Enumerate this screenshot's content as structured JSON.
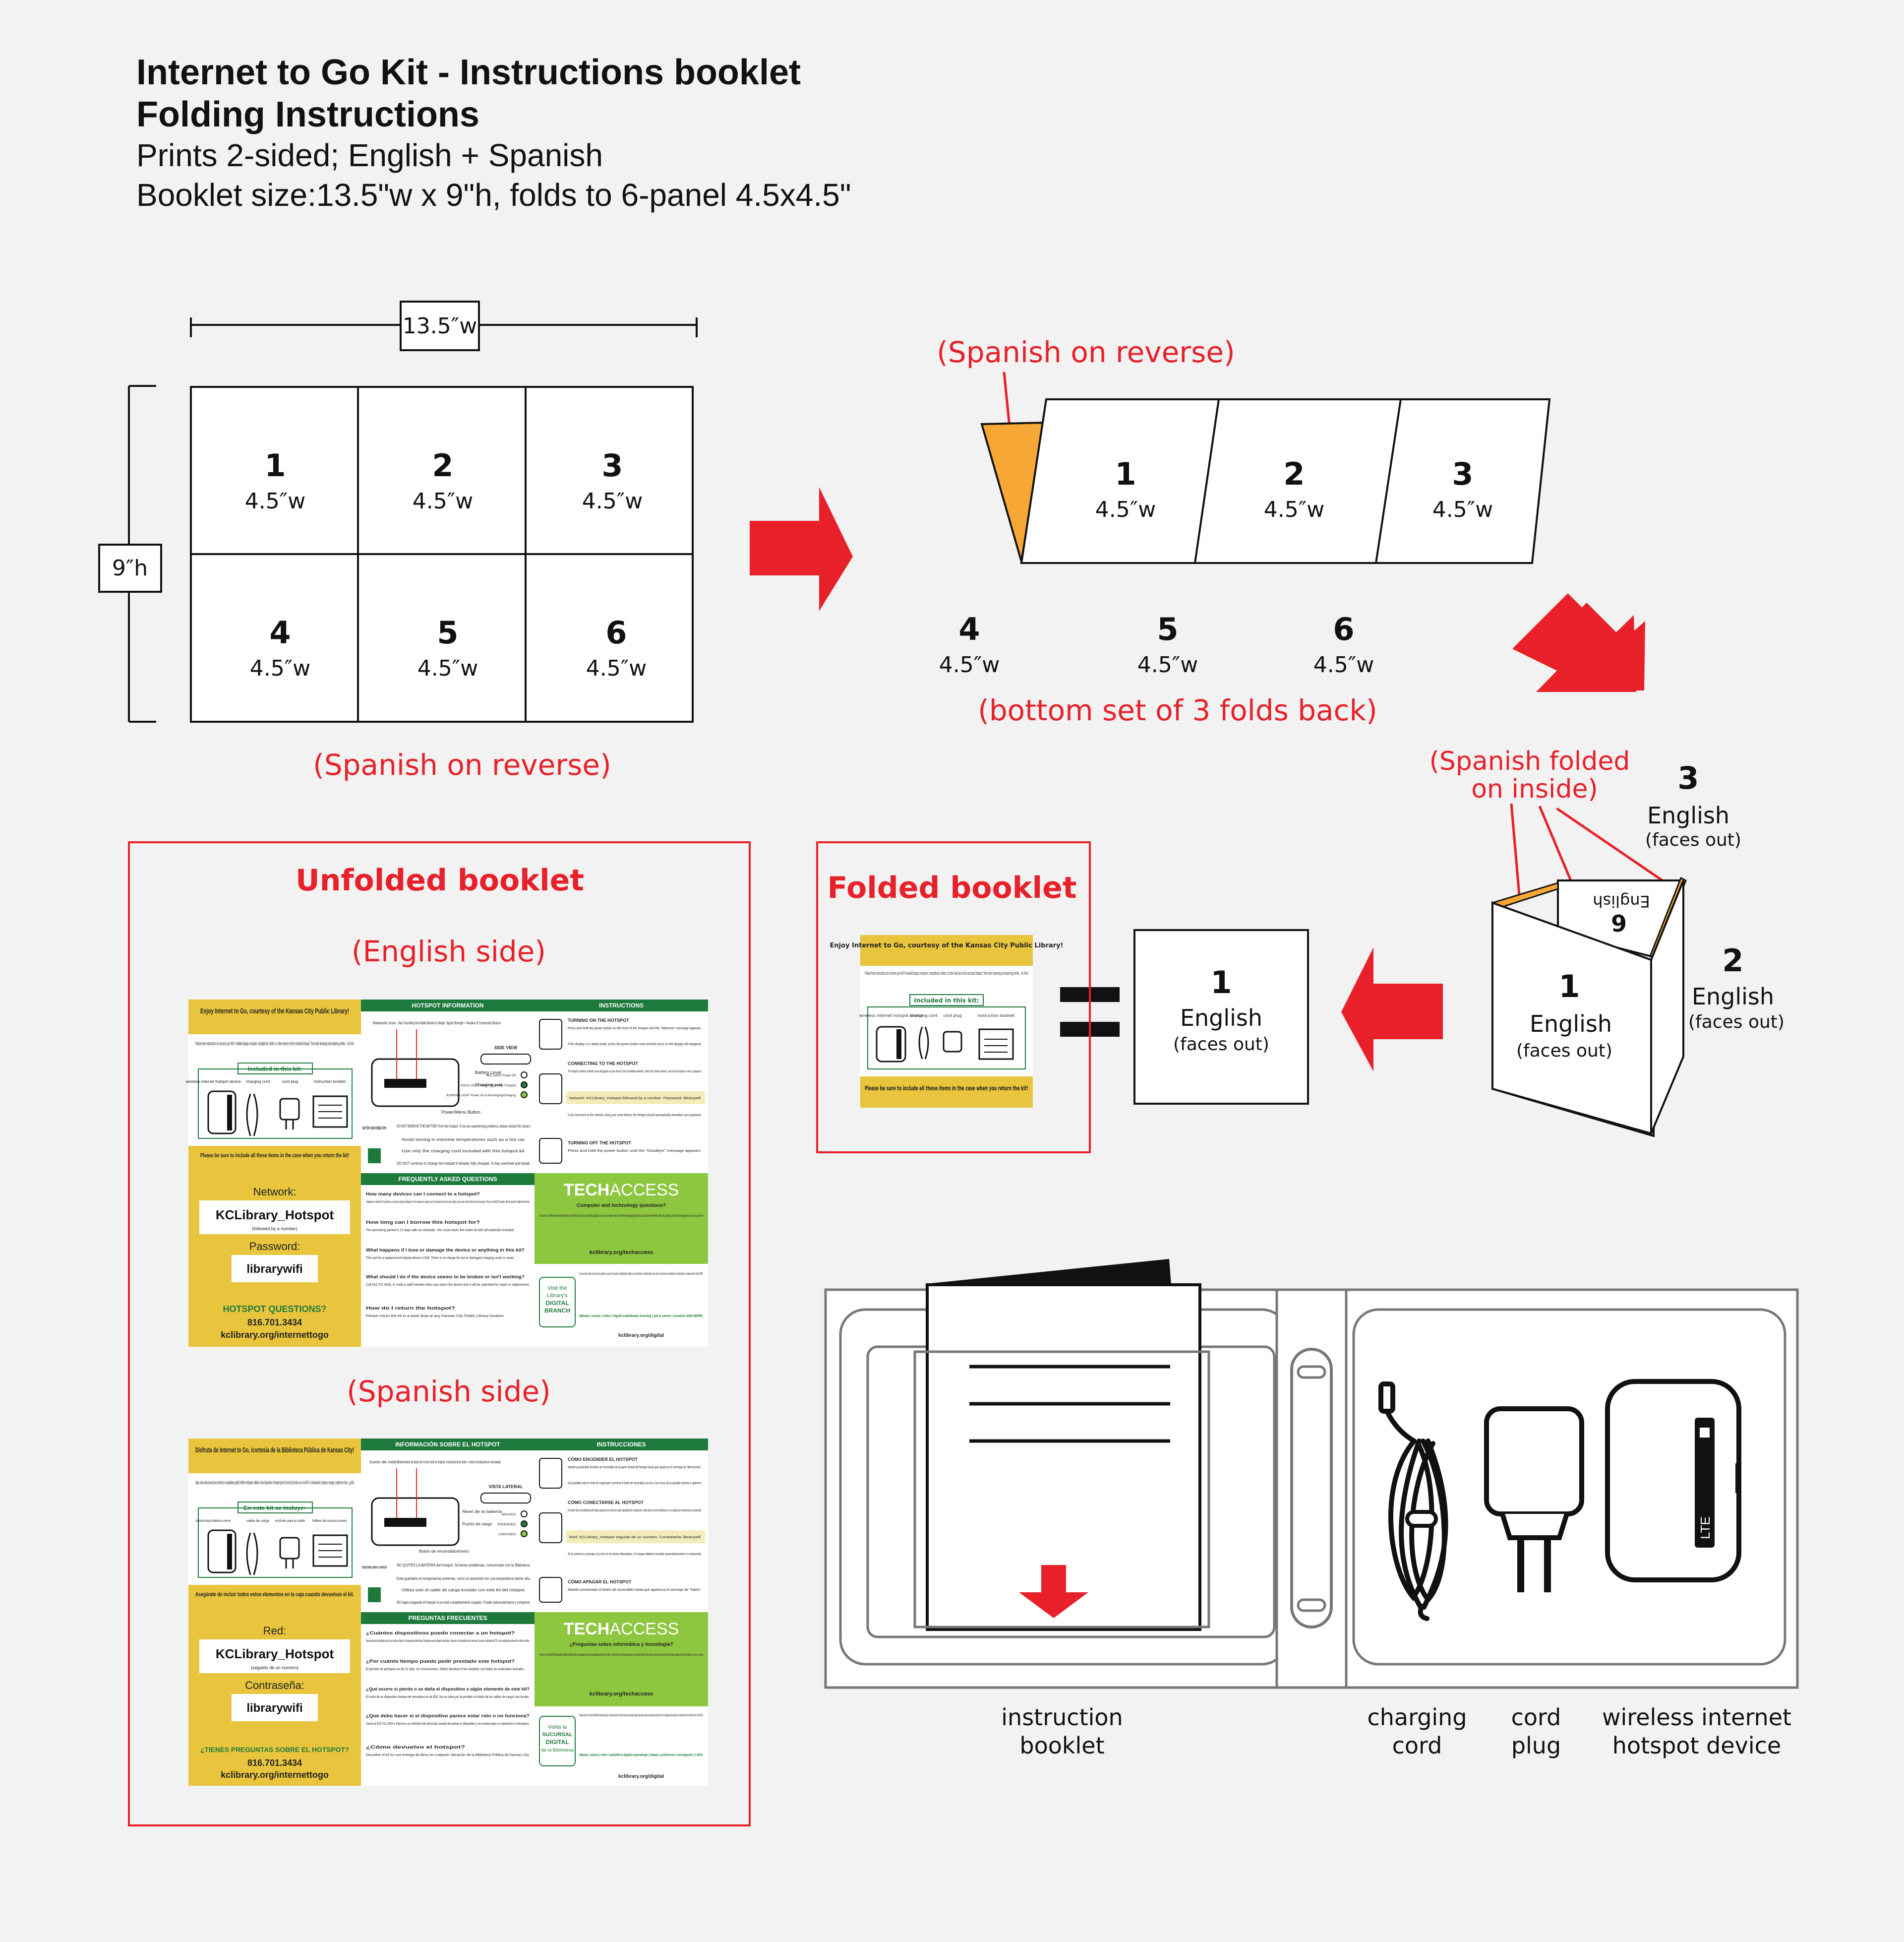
{
  "header": {
    "title_line1": "Internet to Go Kit - Instructions booklet",
    "title_line2": "Folding Instructions",
    "sub_line1": "Prints 2-sided; English + Spanish",
    "sub_line2": "Booklet size:13.5\"w x 9\"h, folds to 6-panel 4.5x4.5\""
  },
  "sheet": {
    "width_label": "13.5″w",
    "height_label": "9″h",
    "panel_width": "4.5″w",
    "panels": [
      "1",
      "2",
      "3",
      "4",
      "5",
      "6"
    ],
    "note": "(Spanish on reverse)"
  },
  "step2": {
    "note_top": "(Spanish on reverse)",
    "note_bottom": "(bottom set of 3 folds back)"
  },
  "step3": {
    "note_line1": "(Spanish folded",
    "note_line2": "on inside)",
    "panel3": "3",
    "panel2": "2",
    "panel1": "1",
    "inner_panel": "6",
    "inner_word": "English",
    "lang": "English",
    "faces": "(faces out)"
  },
  "result": {
    "panel": "1",
    "lang": "English",
    "faces": "(faces out)",
    "equals": "="
  },
  "unfolded": {
    "title": "Unfolded booklet",
    "english_side": "(English side)",
    "spanish_side": "(Spanish side)"
  },
  "english_booklet": {
    "cover_title": "Enjoy Internet to Go, courtesy of the Kansas City Public Library!",
    "cover_instructions": "Follow these instructions to connect your Wi-Fi enabled laptop computer, smartphone, tablet, or other devices to the enclosed hotspot. Then start browsing and exploring online... for free!",
    "included_label": "Included in this kit:",
    "items": [
      "wireless internet hotspot device",
      "charging cord",
      "cord plug",
      "instruction booklet"
    ],
    "return_note": "Please be sure to include all these items in the case when you return the kit!",
    "hotspot_info": "HOTSPOT INFORMATION",
    "instructions": "INSTRUCTIONS",
    "info_labels": [
      "Network Icon",
      "Data Transmitting from Mobile Network to Hotspot",
      "Signal Strength + Number of Connected Devices"
    ],
    "device_labels": [
      "Battery Level",
      "Charging port",
      "Power/Menu Button"
    ],
    "side_view": "SIDE VIEW",
    "led_labels": [
      "RED LIGHT Power Off",
      "SOLID LIGHT Power ON & Fully Charged",
      "BLINKING LIGHT Power On & Recharging/Charging"
    ],
    "steps": [
      {
        "title": "TURNING ON THE HOTSPOT",
        "body": "Press and hold the power button on the front of the hotspot until the \"Welcome\" message appears."
      },
      {
        "title": "",
        "body": "If the display is in sleep mode, press the power button once and the icons on the display will reappear."
      },
      {
        "title": "CONNECTING TO THE HOTSPOT",
        "body": "The hotspot's wireless network name will appear on your device's list of available networks. Select the Library network, and you'll be asked to enter a password."
      },
      {
        "title": "",
        "body": "Network: KCLibrary_Hotspot followed by a number. Password: librarywifi"
      },
      {
        "title": "",
        "body": "If you reconnect to the network using your same device, the hotspot should automatically remember your password."
      },
      {
        "title": "TURNING OFF THE HOTSPOT",
        "body": "Press and hold the power button until the \"Goodbye\" message appears."
      }
    ],
    "tips_title": "BATTERY AND POWER TIPS",
    "tips": [
      "DO NOT REMOVE THE BATTERY from the hotspot. If you are experiencing problems, please contact the Library.",
      "Avoid storing in extreme temperatures such as a hot car.",
      "Use only the charging cord included with this hotspot kit.",
      "DO NOT continue to charge the hotspot if already fully charged. It may overheat and break."
    ],
    "network_label": "Network:",
    "network_name": "KCLibrary_Hotspot",
    "network_sub": "(followed by a number)",
    "password_label": "Password:",
    "password": "librarywifi",
    "questions_title": "HOTSPOT QUESTIONS?",
    "phone": "816.701.3434",
    "url": "kclibrary.org/internettogo",
    "faq_title": "FREQUENTLY ASKED QUESTIONS",
    "faq": [
      {
        "q": "How many devices can I connect to a hotspot?",
        "a": "It depends on what kind of activities you may be using the hotspot for. One hotspot can support up to 10 devices for basic web surfing or up to two to three devices for streaming. They run at 4G/LTE speeds, like the speed of cellphone internet."
      },
      {
        "q": "How long can I borrow this hotspot for?",
        "a": "The borrowing period is 21 days with no renewals. You must return the entire kit with all materials included."
      },
      {
        "q": "What happens if I lose or damage the device or anything in this kit?",
        "a": "The cost for a replacement hotspot device is $30. There is no charge for lost or damaged charging cords or cases."
      },
      {
        "q": "What should I do if the device seems to be broken or isn't working?",
        "a": "Call 816.701.3434, or notify a staff member when you return the device and it will be submitted for repair or replacement."
      },
      {
        "q": "How do I return the hotspot?",
        "a": "Please return the kit in a book drop at any Kansas City Public Library location."
      }
    ],
    "tech_title": "TECH",
    "tech_title2": "ACCESS",
    "tech_sub": "Computer and technology questions?",
    "tech_body": "Tech Access is a FREE service provided by the Kansas City Public Library to help you with all things digital. Learn how to use software, email, or the internet; get help applying online for a job, assistance with benefits, health care, legal forms, or taxes; find technology services in your area, and more!",
    "tech_url": "kclibrary.org/techaccess",
    "digital_badge": [
      "Visit the",
      "Library's",
      "DIGITAL",
      "BRANCH"
    ],
    "digital_body": "You can access Library resources from anywhere, at any time, through our Digital Branch. Explore our vast collection of materials that can be read in a web browser, downloaded to a mobile device, or streamed online. All for FREE.",
    "digital_links": "eBooks | music | video | digital audiobooks learning | job & career | research AND MORE!",
    "digital_url": "kclibrary.org/digital"
  },
  "spanish_booklet": {
    "cover_title": "Disfruta de Internet to Go, icortesía de la Biblioteca Pública de Kansas City!",
    "cover_instructions": "Sigue estas instrucciones para conectar tu computadora portátil, teléfono inteligente, tableta u otros dispositivos al hotspot (punto de acceso) incluido con la red Wi-Fi. A continuación, empieza a navegar y explorar en línea... ¡gratis!",
    "included_label": "En este kit se incluye:",
    "items": [
      "dispositivo hotspot inalámbrico a Internet",
      "cable de carga",
      "enchufe para el cable",
      "folleto de instrucciones"
    ],
    "return_note": "Asegúrate de incluir todos estos elementos en la caja cuando devuelvas el kit.",
    "hotspot_info": "INFORMACIÓN SOBRE EL HOTSPOT",
    "instructions": "INSTRUCCIONES",
    "info_labels": [
      "Icono de redes",
      "Transmisión de datos de la red móvil al hotspot",
      "Intensidad de la señal + número de dispositivos conectados"
    ],
    "device_labels": [
      "Nivel de la batería",
      "Puerto de carga",
      "Botón de encendido/menú"
    ],
    "side_view": "VISTA LATERAL",
    "led_labels": [
      "APAGADO",
      "ENCENDIDO",
      "CARGANDO"
    ],
    "steps": [
      {
        "title": "CÓMO ENCENDER EL HOTSPOT",
        "body": "Mantén presionado el botón de encendido de la parte frontal del hotspot hasta que aparezca el mensaje de \"Bienvenida\"."
      },
      {
        "title": "",
        "body": "Si la pantalla está en modo de suspensión, presiona el botón de encendido una vez y los iconos de la pantalla volverán a aparecer."
      },
      {
        "title": "CÓMO CONECTARSE AL HOTSPOT",
        "body": "El nombre de la red inalámbrica del hotspot aparecerá en la lista de redes disponibles de tu dispositivo. Selecciona la red de la Biblioteca y se te pedirá que introduzcas una contraseña."
      },
      {
        "title": "",
        "body": "Red: KCLibrary_Hotspot seguida de un número. Contraseña: librarywifi"
      },
      {
        "title": "",
        "body": "Si te vuelves a conectar a la red con el mismo dispositivo, el hotspot debería recordar automáticamente tu contraseña."
      },
      {
        "title": "CÓMO APAGAR EL HOTSPOT",
        "body": "Mantén presionado el botón de encendido hasta que aparezca el mensaje de \"Adiós\"."
      }
    ],
    "tips_title": "CONSEJOS SOBRE LA BATERÍA Y LA ALIMENTACIÓN",
    "tips": [
      "NO QUITES LA BATERÍA del hotspot. Si tienes problemas, comunícate con la Biblioteca.",
      "Evita guardarlo en temperaturas extremas, como un automóvil con una temperatura interior alta.",
      "Utiliza solo el cable de carga incluido con este kit del hotspot.",
      "NO sigas cargando el hotspot si ya está completamente cargado. Puede sobrecalentarse y romperse."
    ],
    "network_label": "Red:",
    "network_name": "KCLibrary_Hotspot",
    "network_sub": "(seguido de un número)",
    "password_label": "Contraseña:",
    "password": "librarywifi",
    "questions_title": "¿TIENES PREGUNTAS SOBRE EL HOTSPOT?",
    "phone": "816.701.3434",
    "url": "kclibrary.org/internettogo",
    "faq_title": "PREGUNTAS FRECUENTES",
    "faq": [
      {
        "q": "¿Cuántos dispositivos puedo conectar a un hotspot?",
        "a": "Depende del tipo de actividades para las que se utilice el hotspot. Un hotspot puede admitir hasta 10 dispositivos para la navegación web básica o hasta dos o tres dispositivos para el streaming. Funcionan a velocidades 4G/LTE, como la velocidad de Internet de los teléfonos móviles."
      },
      {
        "q": "¿Por cuánto tiempo puedo pedir prestado este hotspot?",
        "a": "El período de préstamo es de 21 días, sin renovaciones. Debes devolver el kit completo con todos los materiales incluidos."
      },
      {
        "q": "¿Qué ocurre si pierdo o se daña el dispositivo o algún elemento de este kit?",
        "a": "El costo de un dispositivo hotspot de reemplazo es de $30. No se cobra por la pérdida o el daño de los cables de carga o las fundas."
      },
      {
        "q": "¿Qué debo hacer si el dispositivo parece estar roto o no funciona?",
        "a": "Llama al 816.701.3434 o informa a un miembro del personal cuando devuelvas el dispositivo y se enviará para su reparación o reemplazo."
      },
      {
        "q": "¿Cómo devuelvo el hotspot?",
        "a": "Devuelve el kit en una entrega de libros en cualquier ubicación de la Biblioteca Pública de Kansas City."
      }
    ],
    "tech_title": "TECH",
    "tech_title2": "ACCESS",
    "tech_sub": "¿Preguntas sobre informática y tecnología?",
    "tech_body": "Tech Access es un servicio GRATUITO proporcionado por la Biblioteca Pública de Kansas City para ayudarte con todos los aspectos digitales. Aprende a utilizar el software, el correo electrónico o Internet; obtén ayuda para enviar una solicitud de trabajo en línea, beneficios de asistencia, atención médica, formularios legales o impuestos; busca servicios tecnológicos en tu área, ¡y mucho más!",
    "tech_url": "kclibrary.org/techaccess",
    "digital_badge": [
      "Visita la",
      "SUCURSAL",
      "DIGITAL",
      "de la Biblioteca"
    ],
    "digital_body": "Puedes acceder a los recursos de la Biblioteca desde cualquier lugar, en cualquier momento, a través de nuestra Sucursal Digital. Explora nuestra amplia colección de materiales que pueden leerse en un navegador web, descargarse en un dispositivo móvil o transmitirse en línea. Todo GRATIS.",
    "digital_links": "eBooks | música | video | audiolibros digitales aprendizaje | trabajo y profesiones | investigación ¡Y MÁS!",
    "digital_url": "kclibrary.org/digital"
  },
  "folded": {
    "title": "Folded booklet",
    "cover_title": "Enjoy Internet to Go, courtesy of the Kansas City Public Library!",
    "cover_instructions": "Follow these instructions to connect your Wi-Fi enabled laptop computer, smartphone, tablet, or other devices to the enclosed hotspot. Then start browsing and exploring online... for free!",
    "included_label": "Included in this kit:",
    "items": [
      "wireless internet hotspot device",
      "charging cord",
      "cord plug",
      "instruction booklet"
    ],
    "return_note": "Please be sure to include all these items in the case when you return the kit!"
  },
  "case": {
    "labels": [
      {
        "line1": "instruction",
        "line2": "booklet"
      },
      {
        "line1": "charging",
        "line2": "cord"
      },
      {
        "line1": "cord",
        "line2": "plug"
      },
      {
        "line1": "wireless internet",
        "line2": "hotspot device"
      }
    ],
    "device_text": "LTE"
  },
  "colors": {
    "accent_red": "#e8202a",
    "fold_orange": "#f7a736",
    "booklet_yellow": "#e8c53c",
    "booklet_green": "#1e7a3c",
    "tech_green": "#8dc63f",
    "background": "#f1f2f1"
  }
}
